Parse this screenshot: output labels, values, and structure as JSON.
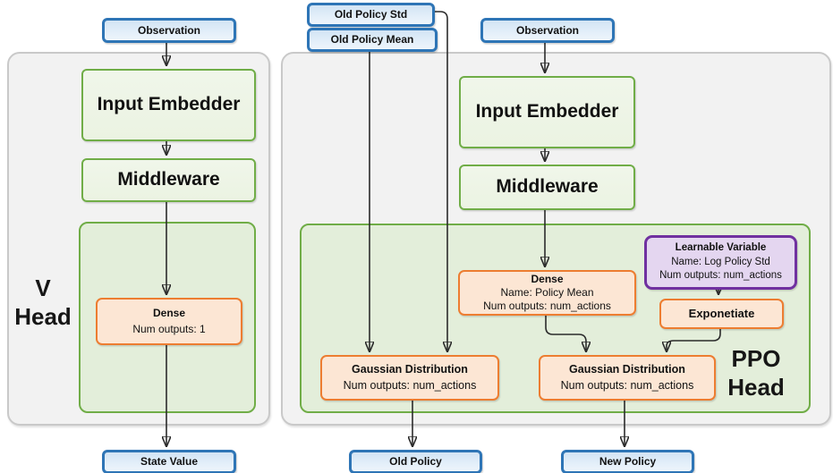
{
  "colors": {
    "panel-fill": "#f2f2f2",
    "panel-border": "#c9c9c9",
    "green-border": "#70ad47",
    "green-fill": "#ebf3e2",
    "green-container-fill": "#e3eeda",
    "orange-border": "#ed7d31",
    "orange-fill": "#fce6d4",
    "purple-border": "#7030a0",
    "purple-fill": "#e4d6f0",
    "blue-border": "#2e75b6",
    "blue-fill-top": "#d2e4f4",
    "blue-fill-bottom": "#eef5fb",
    "edge": "#2b2b2b",
    "text": "#111111"
  },
  "io": {
    "observation_left": "Observation",
    "observation_right": "Observation",
    "old_policy_std": "Old Policy Std",
    "old_policy_mean": "Old Policy Mean",
    "state_value": "State Value",
    "old_policy": "Old Policy",
    "new_policy": "New Policy"
  },
  "v_head": {
    "title_line1": "V",
    "title_line2": "Head",
    "input_embedder": "Input Embedder",
    "middleware": "Middleware",
    "dense_title": "Dense",
    "dense_outputs": "Num outputs: 1"
  },
  "ppo_head": {
    "title_line1": "PPO",
    "title_line2": "Head",
    "input_embedder": "Input Embedder",
    "middleware": "Middleware",
    "dense_title": "Dense",
    "dense_name": "Name: Policy Mean",
    "dense_outputs": "Num outputs: num_actions",
    "learnable_title": "Learnable Variable",
    "learnable_name": "Name: Log Policy Std",
    "learnable_outputs": "Num outputs: num_actions",
    "exponetiate": "Exponetiate",
    "gaussian_old_title": "Gaussian Distribution",
    "gaussian_old_outputs": "Num outputs: num_actions",
    "gaussian_new_title": "Gaussian Distribution",
    "gaussian_new_outputs": "Num outputs: num_actions"
  }
}
